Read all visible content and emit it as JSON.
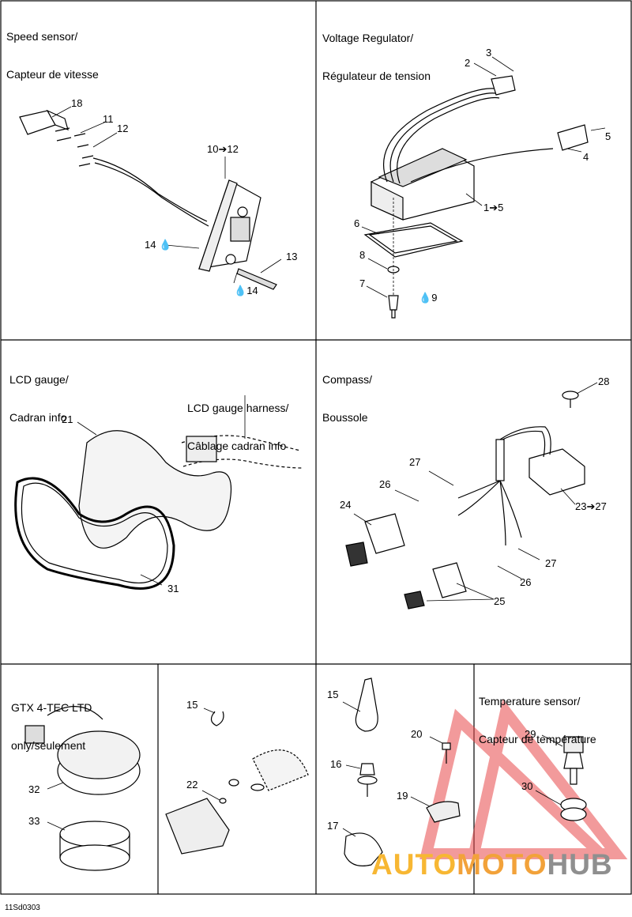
{
  "panels": {
    "speed_sensor": {
      "title_en": "Speed sensor/",
      "title_fr": "Capteur de vitesse"
    },
    "voltage_regulator": {
      "title_en": "Voltage Regulator/",
      "title_fr": "Régulateur de tension"
    },
    "lcd_gauge": {
      "title_en": "LCD gauge/",
      "title_fr": "Cadran info",
      "harness_en": "LCD gauge harness/",
      "harness_fr": "Câblage cadran info"
    },
    "compass": {
      "title_en": "Compass/",
      "title_fr": "Boussole"
    },
    "gtx": {
      "title_en": "GTX 4-TEC LTD",
      "title_fr": "only/seulement"
    },
    "temperature_sensor": {
      "title_en": "Temperature sensor/",
      "title_fr": "Capteur de température"
    }
  },
  "callouts": {
    "c18": "18",
    "c11": "11",
    "c12": "12",
    "c10_12": "10➔12",
    "c14a": "14",
    "c14b": "14",
    "c13": "13",
    "c3": "3",
    "c2": "2",
    "c5": "5",
    "c4": "4",
    "c1_5": "1➔5",
    "c6": "6",
    "c8": "8",
    "c7": "7",
    "c9": "9",
    "c21": "21",
    "c31": "31",
    "c28": "28",
    "c27a": "27",
    "c26a": "26",
    "c24": "24",
    "c23_27": "23➔27",
    "c27b": "27",
    "c26b": "26",
    "c25": "25",
    "c32": "32",
    "c33": "33",
    "c15a": "15",
    "c22": "22",
    "c15b": "15",
    "c20": "20",
    "c16": "16",
    "c19": "19",
    "c17": "17",
    "c29": "29",
    "c30": "30"
  },
  "reference": "11Sd0303",
  "watermark": {
    "part1": "AUTO",
    "part2": "MOTO",
    "part3": "HUB",
    "colors": {
      "part1": "#f7b733",
      "part2": "#f2a23a",
      "part3": "#8f8f8f",
      "triangle": "#e8484a"
    }
  },
  "icons": {
    "adhesive": "drop-icon"
  }
}
